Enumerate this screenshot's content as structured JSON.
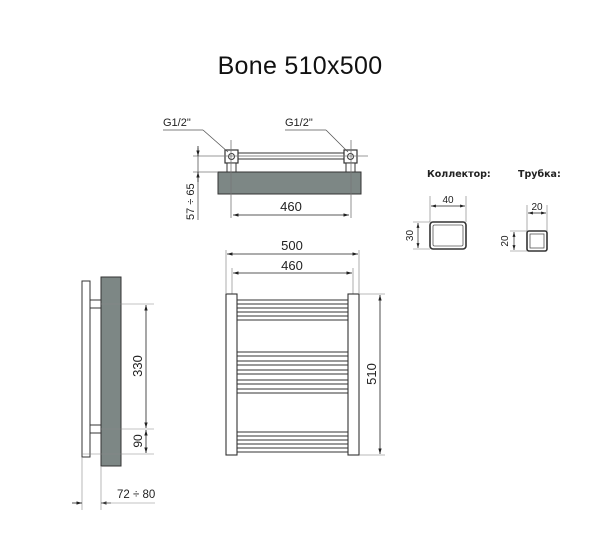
{
  "title": "Bone 510x500",
  "top_view": {
    "connection_left": "G1/2\"",
    "connection_right": "G1/2\"",
    "wall_distance": "57 ÷ 65",
    "axis_width": "460"
  },
  "front_view": {
    "overall_width": "500",
    "axis_width": "460",
    "height": "510",
    "bar_groups": [
      3,
      4,
      3
    ]
  },
  "side_view": {
    "mount_spacing": "330",
    "bottom_offset": "90",
    "wall_depth": "72 ÷ 80"
  },
  "profiles": {
    "collector_label": "Коллектор:",
    "collector_width": "40",
    "collector_height": "30",
    "tube_label": "Трубка:",
    "tube_width": "20",
    "tube_height": "20"
  },
  "colors": {
    "wall_gray": "#7d8785",
    "line": "#333333",
    "dim_line": "#555555"
  }
}
